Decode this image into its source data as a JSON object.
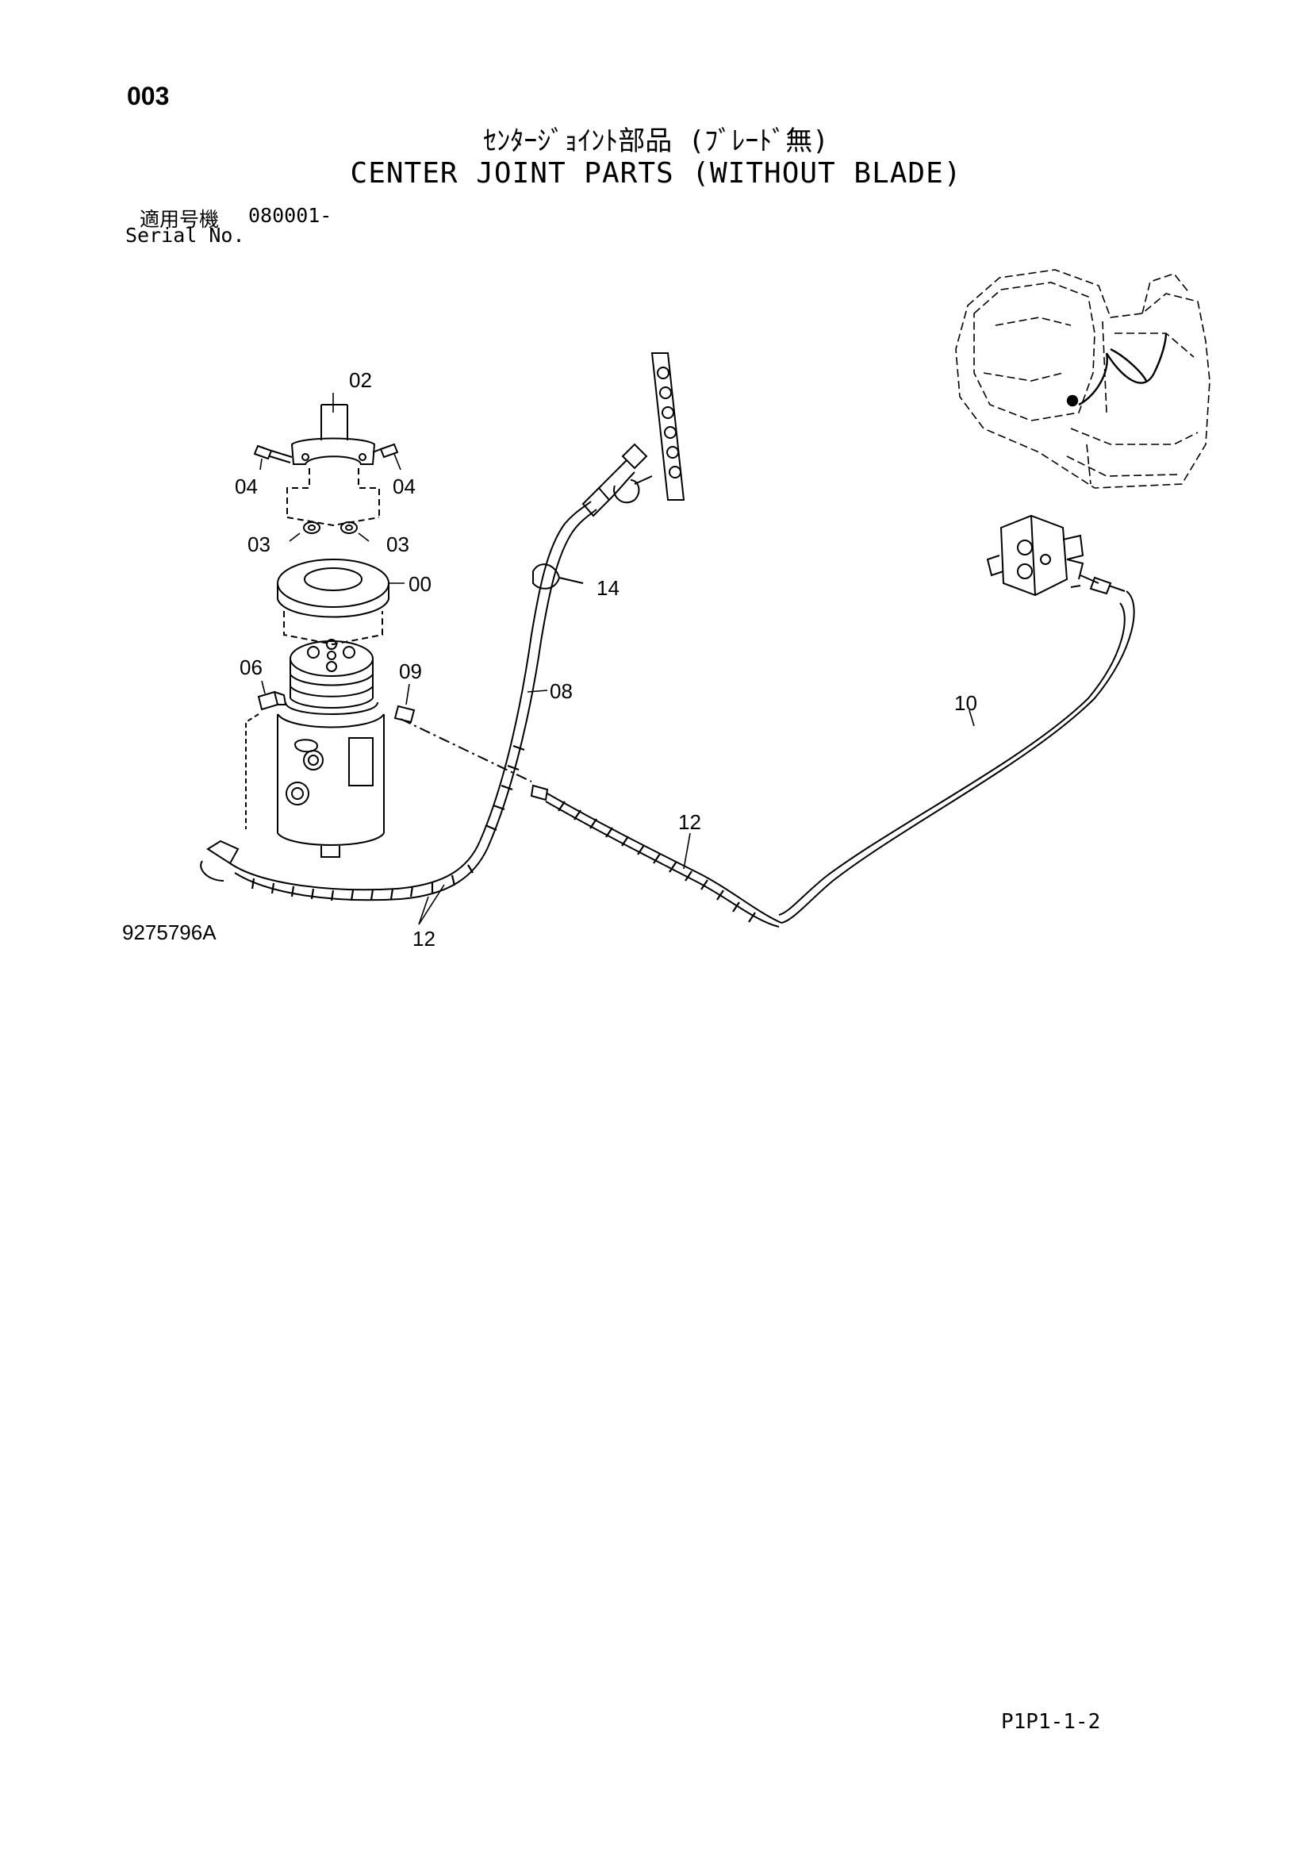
{
  "header": {
    "page_number": "003",
    "title_jp": "ｾﾝﾀｰｼﾞｮｲﾝﾄ部品 (ﾌﾞﾚｰﾄﾞ無)",
    "title_en": "CENTER JOINT PARTS (WITHOUT BLADE)",
    "serial_label_jp": "適用号機",
    "serial_value": "080001-",
    "serial_label_en": "Serial No."
  },
  "callouts": {
    "c02": "02",
    "c04_left": "04",
    "c04_right": "04",
    "c03_left": "03",
    "c03_right": "03",
    "c00": "00",
    "c06": "06",
    "c09": "09",
    "c14": "14",
    "c08": "08",
    "c10": "10",
    "c12_mid": "12",
    "c12_bottom": "12"
  },
  "footer": {
    "drawing_number": "9275796A",
    "page_ref": "P1P1-1-2"
  }
}
